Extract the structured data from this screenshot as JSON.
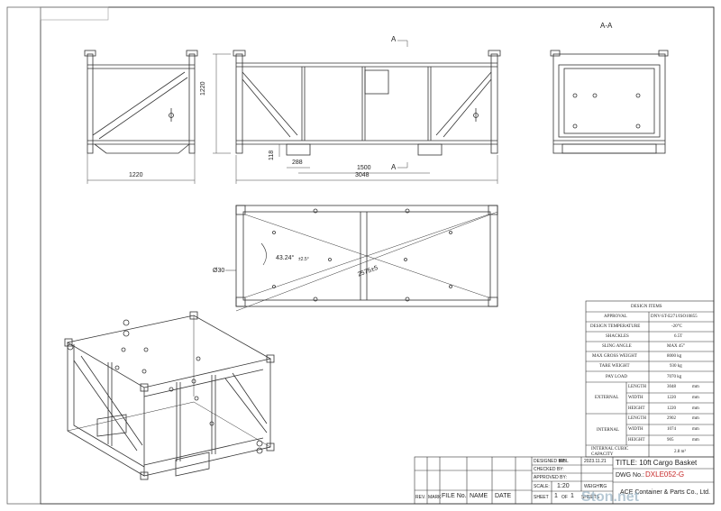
{
  "drawing": {
    "section_label": "A-A",
    "section_marks": [
      "A",
      "A"
    ],
    "dimensions": {
      "front_height": "1220",
      "side_width": "1220",
      "base_height": "118",
      "pocket_width": "288",
      "pocket_spacing": "1500",
      "length_total": "3048",
      "hole_dia": "Ø30",
      "sling_angle": "43.24°",
      "sling_tol": "±2.5°",
      "sling_length": "2575±5",
      "tolerance_mark": "±5"
    }
  },
  "design_items": {
    "title": "DESIGN ITEMS",
    "rows": [
      {
        "label": "APPROVAL",
        "value": "DNV-ST-E271/ISO10855"
      },
      {
        "label": "DESIGN TEMPERATURE",
        "value": "-20°C"
      },
      {
        "label": "SHACKLES",
        "value": "6.5T"
      },
      {
        "label": "SLING ANGLE",
        "value": "MAX 45°"
      },
      {
        "label": "MAX GROSS WEIGHT",
        "value": "8000 kg"
      },
      {
        "label": "TARE WEIGHT",
        "value": "930 kg"
      },
      {
        "label": "PAY LOAD",
        "value": "7070 kg"
      }
    ],
    "external": {
      "label": "EXTERNAL",
      "rows": [
        {
          "label": "LENGTH",
          "value": "3048",
          "unit": "mm"
        },
        {
          "label": "WIDTH",
          "value": "1220",
          "unit": "mm"
        },
        {
          "label": "HEIGHT",
          "value": "1220",
          "unit": "mm"
        }
      ]
    },
    "internal": {
      "label": "INTERNAL",
      "rows": [
        {
          "label": "LENGTH",
          "value": "2902",
          "unit": "mm"
        },
        {
          "label": "WIDTH",
          "value": "1074",
          "unit": "mm"
        },
        {
          "label": "HEIGHT",
          "value": "905",
          "unit": "mm"
        }
      ]
    },
    "cubic": {
      "label": "INTERNAL CUBIC CAPACITY",
      "value": "2.8 m³"
    }
  },
  "title_block": {
    "designed_by_label": "DESIGNED BY:",
    "designed_by": "WBL",
    "date": "2023.11.21",
    "checked_by_label": "CHECKED BY:",
    "approved_by_label": "APPROVED BY:",
    "scale_label": "SCALE:",
    "scale": "1:20",
    "weight_label": "WEIGHT:",
    "weight_unit": "KG",
    "sheet_label": "SHEET",
    "sheet_num": "1",
    "sheet_of": "OF",
    "sheet_total": "1",
    "sheets_label": "SHEETS",
    "title": "TITLE: 10ft Cargo Basket",
    "dwg_label": "DWG No.:",
    "dwg_no": "DXLE052-G",
    "company": "ACE Container & Parts Co., Ltd.",
    "rev_headers": [
      "REV.",
      "MARK",
      "FILE No.",
      "NAME",
      "DATE"
    ]
  },
  "watermark": "Ston.net"
}
